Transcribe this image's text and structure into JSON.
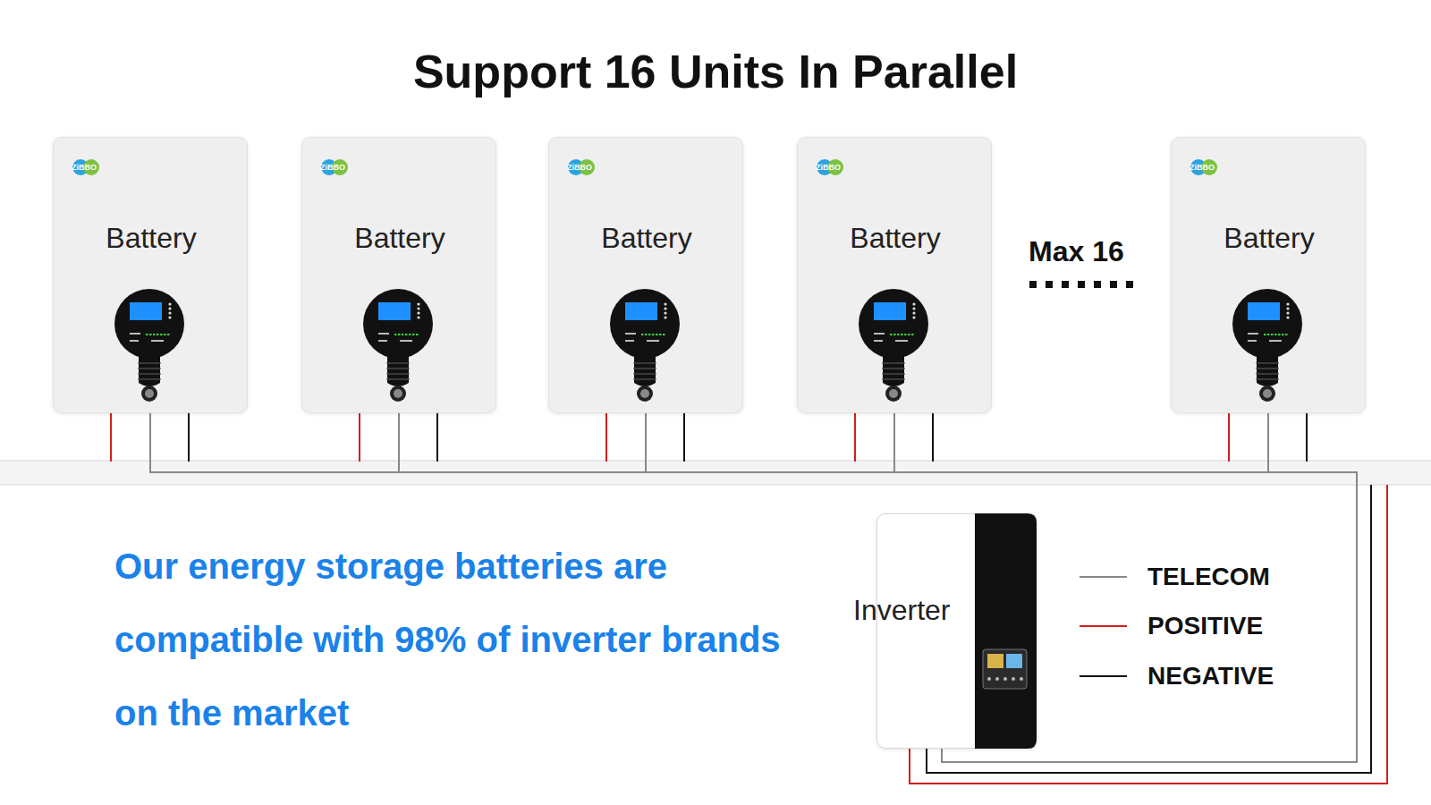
{
  "diagram": {
    "title": "Support 16 Units In Parallel",
    "nodes": [
      {
        "text": [
          "ZiBBO",
          "Battery"
        ]
      },
      {
        "text": [
          "ZiBBO",
          "Battery"
        ]
      },
      {
        "text": [
          "ZiBBO",
          "Battery"
        ]
      },
      {
        "text": [
          "ZiBBO",
          "Battery"
        ]
      },
      {
        "text": [
          "ZiBBO",
          "Battery"
        ]
      },
      {
        "text": [
          "Inverter"
        ]
      }
    ],
    "edges": [
      {
        "from": 0,
        "to": 5,
        "arrow": "none"
      },
      {
        "from": 1,
        "to": 5,
        "arrow": "none"
      },
      {
        "from": 2,
        "to": 5,
        "arrow": "none"
      },
      {
        "from": 3,
        "to": 5,
        "arrow": "none"
      },
      {
        "from": 4,
        "to": 5,
        "arrow": "none"
      }
    ],
    "labels": [
      "Max 16",
      "Our energy storage batteries are compatible with 98% of inverter brands on the market"
    ],
    "legend": [
      {
        "text": "TELECOM"
      },
      {
        "text": "POSITIVE"
      },
      {
        "text": "NEGATIVE"
      }
    ]
  }
}
